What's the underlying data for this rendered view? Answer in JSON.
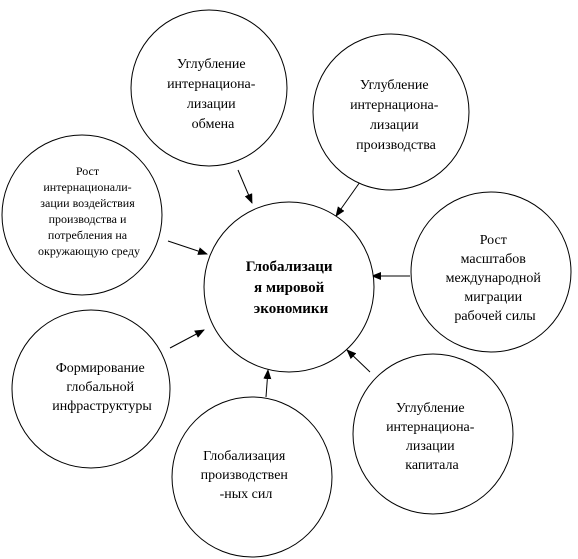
{
  "diagram": {
    "center": {
      "lines": [
        "Глобализаци",
        "я мировой",
        "экономики"
      ]
    },
    "nodes": [
      {
        "id": "exchange",
        "lines": [
          "Углубление",
          "интернациона-",
          "лизации",
          "обмена"
        ]
      },
      {
        "id": "production",
        "lines": [
          "Углубление",
          "интернациона-",
          "лизации",
          "производства"
        ]
      },
      {
        "id": "migration",
        "lines": [
          "Рост",
          "масштабов",
          "международной",
          "миграции",
          "рабочей силы"
        ]
      },
      {
        "id": "capital",
        "lines": [
          "Углубление",
          "интернациона-",
          "лизации",
          "капитала"
        ]
      },
      {
        "id": "productive-forces",
        "lines": [
          "Глобализация",
          "производствен",
          "-ных сил"
        ]
      },
      {
        "id": "infrastructure",
        "lines": [
          "Формирование",
          "глобальной",
          "инфраструктуры"
        ]
      },
      {
        "id": "environment",
        "lines": [
          "Рост",
          "интернационали-",
          "зации воздействия",
          "производства и",
          "потребления на",
          "окружающую среду"
        ]
      }
    ]
  }
}
